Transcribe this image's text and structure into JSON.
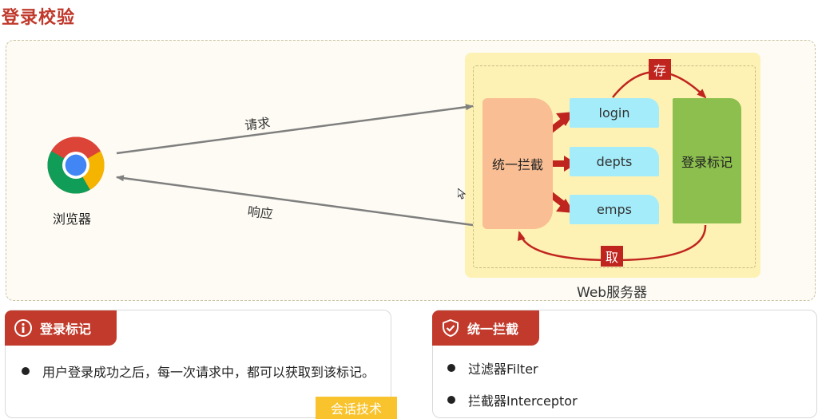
{
  "page": {
    "title": "登录校验"
  },
  "browser": {
    "label": "浏览器",
    "icon": "chrome-browser-icon"
  },
  "arrows": {
    "request_label": "请求",
    "response_label": "响应"
  },
  "server": {
    "label": "Web服务器",
    "interceptor_label": "统一拦截",
    "resources": [
      "login",
      "depts",
      "emps"
    ],
    "marker_label": "登录标记",
    "store_tag": "存",
    "fetch_tag": "取"
  },
  "cards": {
    "login_marker": {
      "icon": "info-icon",
      "title": "登录标记",
      "bullet": "用户登录成功之后，每一次请求中，都可以获取到该标记。",
      "tag": "会话技术"
    },
    "unified_intercept": {
      "icon": "shield-check-icon",
      "title": "统一拦截",
      "bullets": [
        "过滤器Filter",
        "拦截器Interceptor"
      ]
    }
  },
  "colors": {
    "title_red": "#c0392b",
    "tag_red": "#c0241f",
    "interceptor": "#f9be93",
    "resource": "#a4ecfa",
    "marker": "#8cbf4e",
    "server_bg": "#fdf2b4",
    "session_tag": "#f8c32d"
  }
}
